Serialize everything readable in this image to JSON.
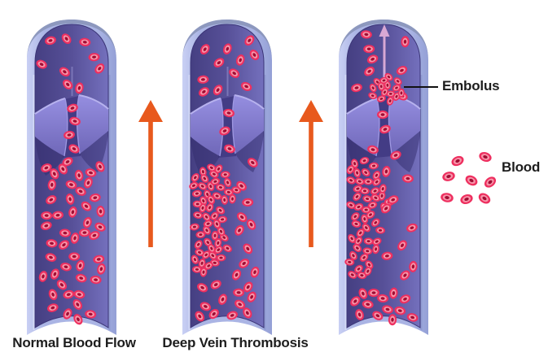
{
  "diagram": {
    "captions": {
      "normal": "Normal Blood Flow",
      "dvt": "Deep Vein Thrombosis"
    },
    "annotations": {
      "embolus": "Embolus",
      "blood": "Blood"
    },
    "vessels": [
      {
        "name": "normal-blood-flow",
        "caption": "Normal Blood Flow",
        "clot": false,
        "embolus": false
      },
      {
        "name": "deep-vein-thrombosis",
        "caption": "Deep Vein Thrombosis",
        "clot": true,
        "embolus": false
      },
      {
        "name": "embolism",
        "caption": "",
        "clot": true,
        "embolus": true
      }
    ],
    "colors": {
      "background": "#ffffff",
      "wall_light": "#c9d0f4",
      "wall": "#aab4e4",
      "wall_dark": "#94a0d6",
      "rim": "#8a95b9",
      "lumen_dark": "#453f82",
      "lumen": "#575098",
      "lumen_light": "#7470bd",
      "valve_flap_top": "#958ee0",
      "valve_flap_bottom": "#6f67b8",
      "valve_flap_light": "#b7b2ee",
      "valve_channel": "#433c85",
      "valve_shadow": "#322c6b",
      "cell_ring": "#ee2f5f",
      "cell_mid": "#f795aa",
      "cell_core": "#a00d33",
      "flow_arrow": "#e8591d",
      "embolus_arrow": "#d8a8d4",
      "text": "#1d1d1d",
      "leader_line": "#111111"
    }
  }
}
